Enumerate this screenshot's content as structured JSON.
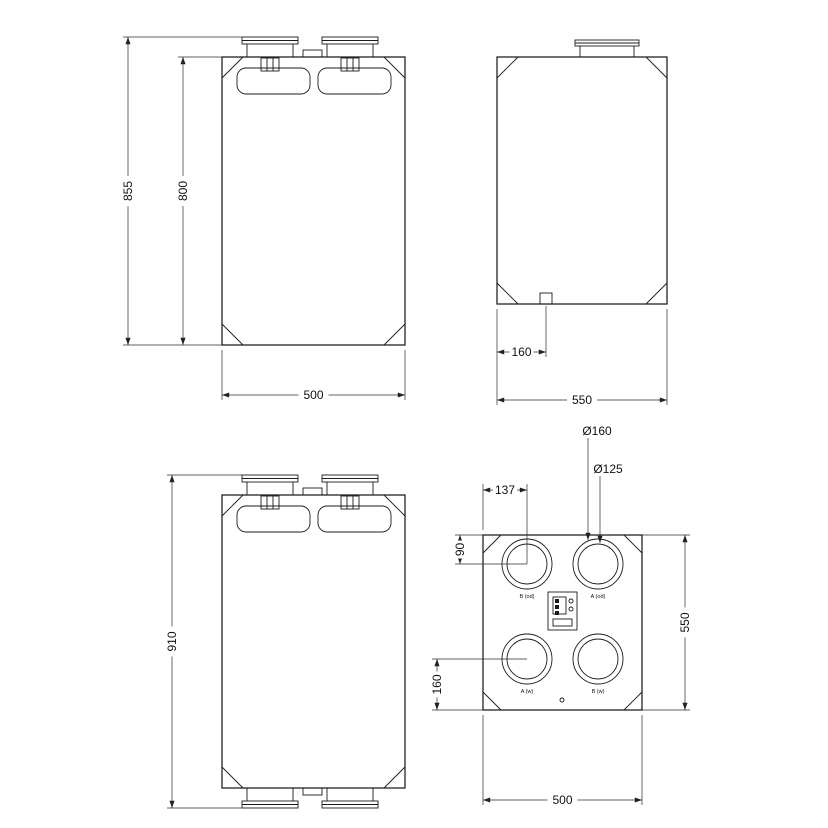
{
  "views": {
    "front": {
      "dim_overall_height": "855",
      "dim_body_height": "800",
      "dim_width": "500"
    },
    "side": {
      "dim_drain_offset": "160",
      "dim_depth": "550"
    },
    "front_full": {
      "dim_overall_height": "910"
    },
    "top": {
      "dim_port_outer": "Ø160",
      "dim_port_inner": "Ø125",
      "dim_port_x": "137",
      "dim_port_top": "90",
      "dim_port_bottom": "160",
      "dim_depth": "550",
      "dim_width": "500",
      "port_labels": {
        "top_left": "B (od)",
        "top_right": "A (od)",
        "bottom_left": "A (w)",
        "bottom_right": "B (w)"
      }
    }
  }
}
